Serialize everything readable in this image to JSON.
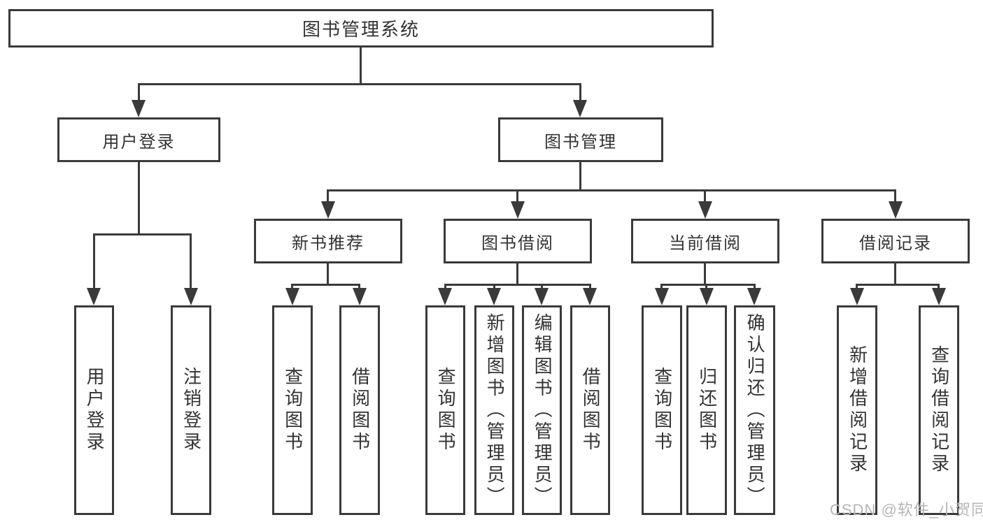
{
  "diagram": {
    "tree": {
      "label": "图书管理系统",
      "children": [
        {
          "label": "用户登录",
          "children": [
            {
              "label": "用户登录"
            },
            {
              "label": "注销登录"
            }
          ]
        },
        {
          "label": "图书管理",
          "children": [
            {
              "label": "新书推荐",
              "children": [
                {
                  "label": "查询图书"
                },
                {
                  "label": "借阅图书"
                }
              ]
            },
            {
              "label": "图书借阅",
              "children": [
                {
                  "label": "查询图书"
                },
                {
                  "label": "新增图书（管理员）"
                },
                {
                  "label": "编辑图书（管理员）"
                },
                {
                  "label": "借阅图书"
                }
              ]
            },
            {
              "label": "当前借阅",
              "children": [
                {
                  "label": "查询图书"
                },
                {
                  "label": "归还图书"
                },
                {
                  "label": "确认归还（管理员）"
                }
              ]
            },
            {
              "label": "借阅记录",
              "children": [
                {
                  "label": "新增借阅记录"
                },
                {
                  "label": "查询借阅记录"
                }
              ]
            }
          ]
        }
      ]
    },
    "watermark": "CSDN @软件_小贺同学",
    "colors": {
      "line": "#3a3a3a",
      "text": "#333333",
      "watermark": "#b5b5b5",
      "background": "#ffffff"
    }
  }
}
